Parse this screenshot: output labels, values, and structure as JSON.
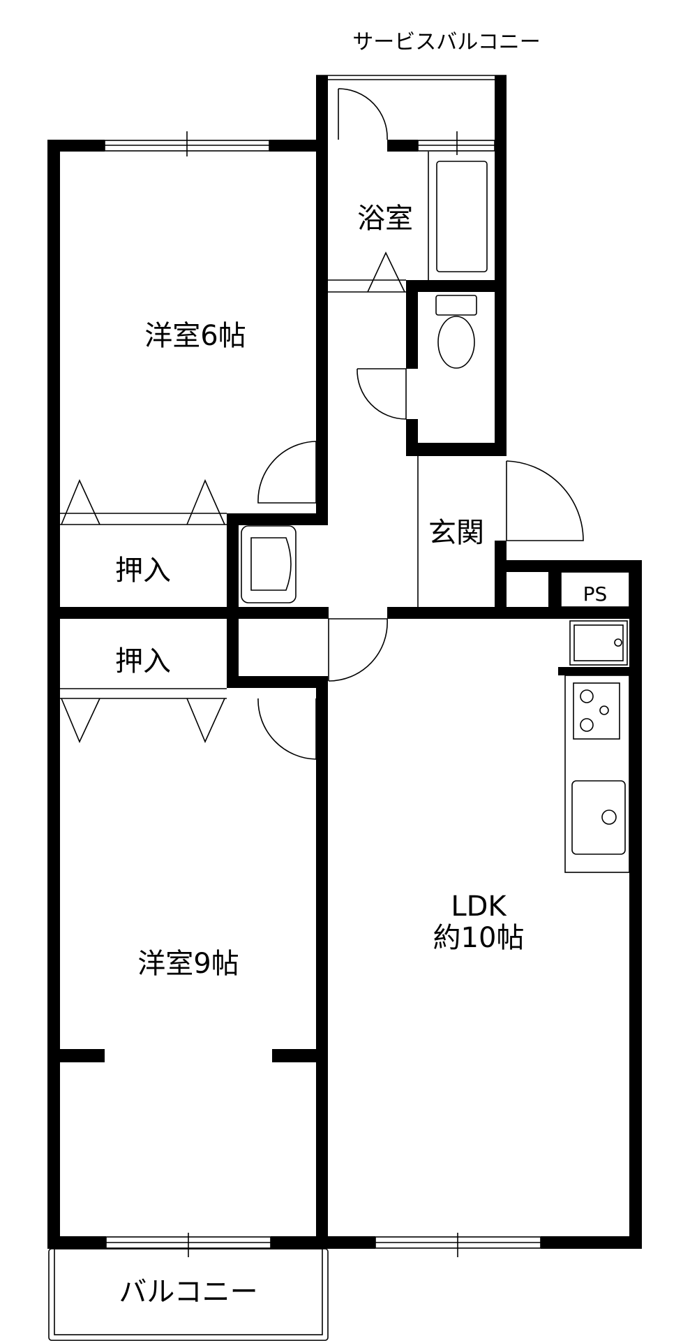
{
  "floorplan": {
    "rooms": {
      "service_balcony": "サービスバルコニー",
      "bathroom": "浴室",
      "western_room_6": "洋室6帖",
      "closet_upper": "押入",
      "closet_lower": "押入",
      "entrance": "玄関",
      "pipe_space": "PS",
      "ldk_line1": "LDK",
      "ldk_line2": "約10帖",
      "western_room_9": "洋室9帖",
      "balcony": "バルコニー"
    },
    "colors": {
      "wall": "#000000",
      "background": "#ffffff"
    }
  }
}
